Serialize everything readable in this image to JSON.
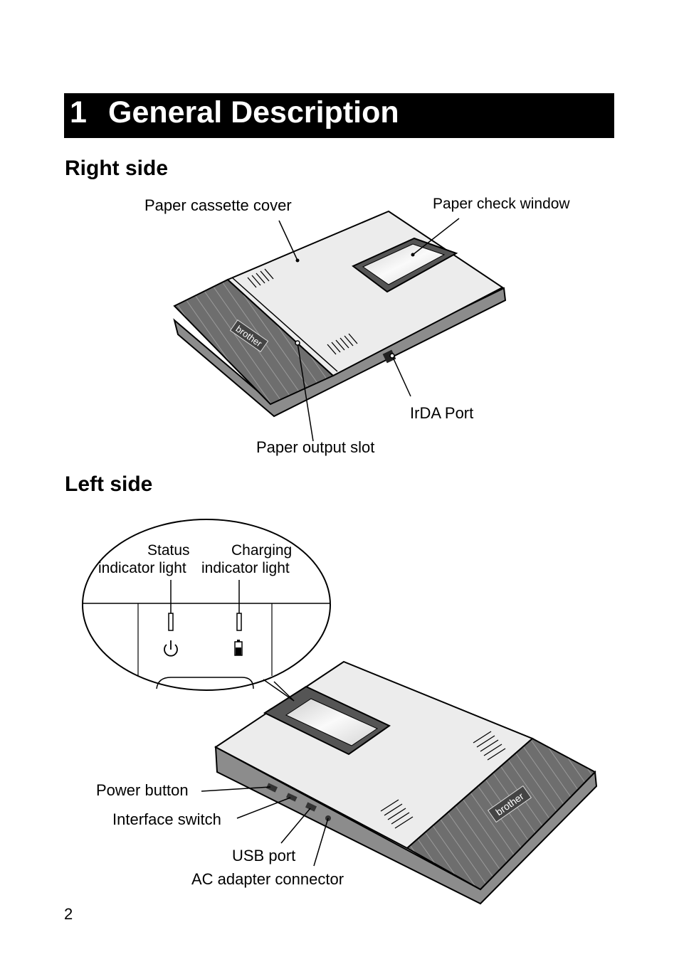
{
  "chapter": {
    "number": "1",
    "title": "General Description"
  },
  "right_side": {
    "heading": "Right side",
    "labels": {
      "paper_cassette_cover": "Paper cassette cover",
      "paper_check_window": "Paper check window",
      "irda_port": "IrDA Port",
      "paper_output_slot": "Paper output slot"
    },
    "logo": "brother"
  },
  "left_side": {
    "heading": "Left side",
    "labels": {
      "status_line1": "Status",
      "status_line2": "indicator light",
      "charging_line1": "Charging",
      "charging_line2": "indicator light",
      "power_button": "Power button",
      "interface_switch": "Interface switch",
      "usb_port": "USB port",
      "ac_adapter_connector": "AC adapter connector"
    },
    "icons": [
      "power-icon",
      "battery-icon"
    ],
    "logo": "brother"
  },
  "page_number": "2",
  "colors": {
    "device_body": "#e9e9e9",
    "device_dark": "#6e6e6e",
    "text": "#000000"
  }
}
